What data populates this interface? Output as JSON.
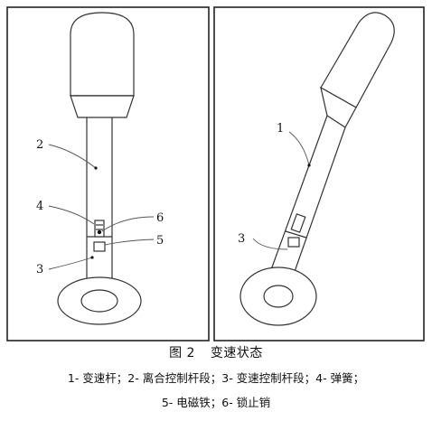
{
  "callouts": {
    "left": [
      "2",
      "4",
      "6",
      "5",
      "3"
    ],
    "right": [
      "1",
      "3"
    ]
  },
  "caption": {
    "figure_label": "图 2",
    "figure_title": "变速状态",
    "legend_line1": "1- 变速杆；2- 离合控制杆段；3- 变速控制杆段；4- 弹簧；",
    "legend_line2": "5- 电磁铁；6- 锁止销"
  }
}
